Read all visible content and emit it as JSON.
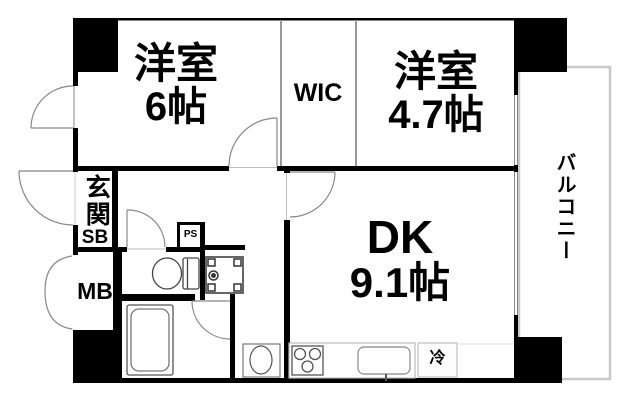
{
  "floorplan": {
    "rooms": {
      "bedroom1": {
        "name": "洋室",
        "size": "6帖"
      },
      "wic": {
        "name": "WIC"
      },
      "bedroom2": {
        "name": "洋室",
        "size": "4.7帖"
      },
      "dk": {
        "name": "DK",
        "size": "9.1帖"
      },
      "balcony": {
        "name": "バルコニー"
      },
      "entrance": {
        "name": "玄関"
      },
      "shoe_box": {
        "name": "SB"
      },
      "meter_box": {
        "name": "MB"
      },
      "pipe_space": {
        "name": "PS"
      },
      "refrigerator": {
        "name": "冷"
      }
    },
    "colors": {
      "wall": "#000000",
      "thin_wall": "#999999",
      "balcony_border": "#c8c8c8",
      "fixture_outline": "#555555",
      "counter_outline": "#bbbbbb",
      "background": "#ffffff"
    }
  }
}
